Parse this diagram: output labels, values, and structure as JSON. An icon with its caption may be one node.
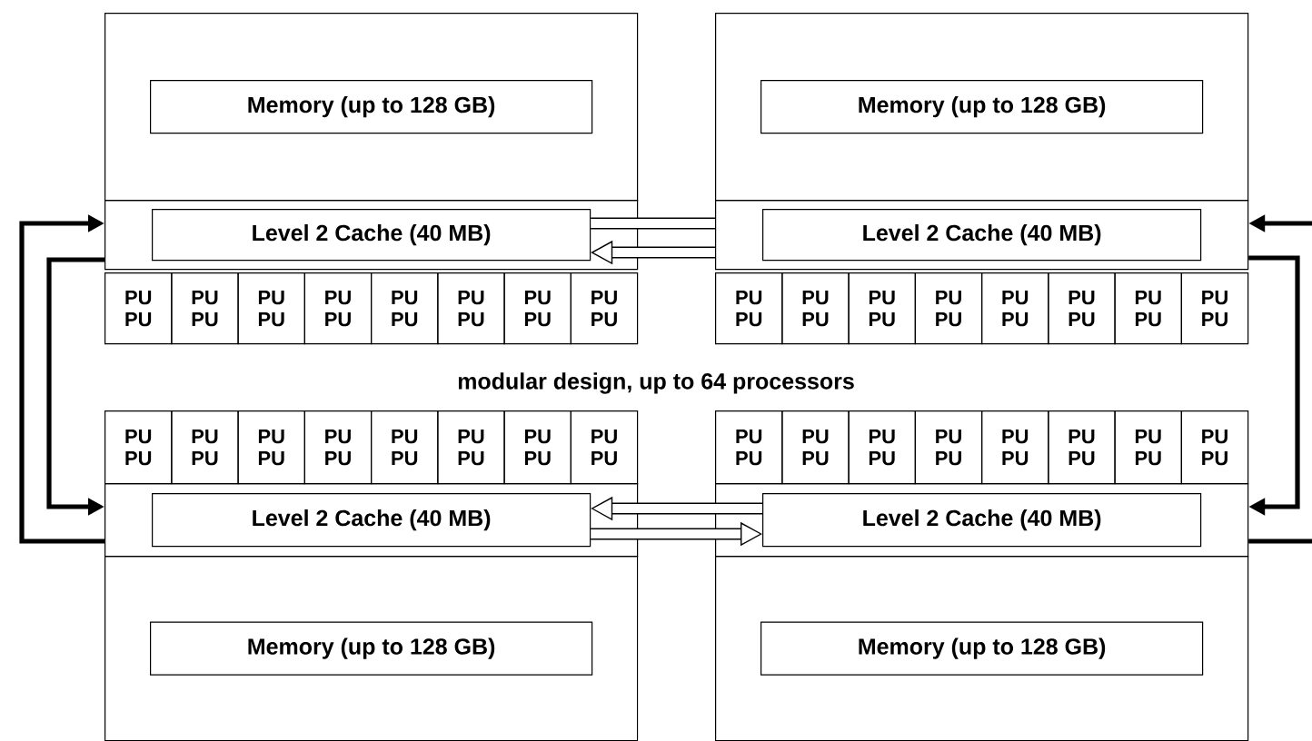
{
  "diagram": {
    "nodes": [
      {
        "text": [],
        "shape": "box"
      },
      {
        "text": [
          "Memory (up to 128 GB)"
        ],
        "in": 0
      },
      {
        "text": [],
        "shape": "box"
      },
      {
        "text": [
          "Level 2 Cache (40 MB)"
        ],
        "in": 2
      },
      {
        "text": [
          "PU PU"
        ]
      },
      {
        "text": [
          "PU PU"
        ]
      },
      {
        "text": [
          "PU PU"
        ]
      },
      {
        "text": [
          "PU PU"
        ]
      },
      {
        "text": [
          "PU PU"
        ]
      },
      {
        "text": [
          "PU PU"
        ]
      },
      {
        "text": [
          "PU PU"
        ]
      },
      {
        "text": [
          "PU PU"
        ]
      },
      {
        "text": [],
        "shape": "box"
      },
      {
        "text": [
          "Memory (up to 128 GB)"
        ],
        "in": 12
      },
      {
        "text": [],
        "shape": "box"
      },
      {
        "text": [
          "Level 2 Cache (40 MB)"
        ],
        "in": 14
      },
      {
        "text": [
          "PU PU"
        ]
      },
      {
        "text": [
          "PU PU"
        ]
      },
      {
        "text": [
          "PU PU"
        ]
      },
      {
        "text": [
          "PU PU"
        ]
      },
      {
        "text": [
          "PU PU"
        ]
      },
      {
        "text": [
          "PU PU"
        ]
      },
      {
        "text": [
          "PU PU"
        ]
      },
      {
        "text": [
          "PU PU"
        ]
      },
      {
        "text": [
          "PU PU"
        ]
      },
      {
        "text": [
          "PU PU"
        ]
      },
      {
        "text": [
          "PU PU"
        ]
      },
      {
        "text": [
          "PU PU"
        ]
      },
      {
        "text": [
          "PU PU"
        ]
      },
      {
        "text": [
          "PU PU"
        ]
      },
      {
        "text": [
          "PU PU"
        ]
      },
      {
        "text": [
          "PU PU"
        ]
      },
      {
        "text": [],
        "shape": "box"
      },
      {
        "text": [
          "Level 2 Cache (40 MB)"
        ],
        "in": 32
      },
      {
        "text": [],
        "shape": "box"
      },
      {
        "text": [
          "Memory (up to 128 GB)"
        ],
        "in": 34
      },
      {
        "text": [
          "PU PU"
        ]
      },
      {
        "text": [
          "PU PU"
        ]
      },
      {
        "text": [
          "PU PU"
        ]
      },
      {
        "text": [
          "PU PU"
        ]
      },
      {
        "text": [
          "PU PU"
        ]
      },
      {
        "text": [
          "PU PU"
        ]
      },
      {
        "text": [
          "PU PU"
        ]
      },
      {
        "text": [
          "PU PU"
        ]
      },
      {
        "text": [],
        "shape": "box"
      },
      {
        "text": [
          "Level 2 Cache (40 MB)"
        ],
        "in": 44
      },
      {
        "text": [],
        "shape": "box"
      },
      {
        "text": [
          "Memory (up to 128 GB)"
        ],
        "in": 46
      }
    ],
    "edges": [
      {
        "from": 32,
        "to": 2,
        "arrow": "to"
      },
      {
        "from": 2,
        "to": 32,
        "arrow": "to"
      },
      {
        "from": null,
        "to": 14,
        "arrow": "to"
      },
      {
        "from": 14,
        "to": 44,
        "arrow": "to"
      },
      {
        "from": 44,
        "to": null,
        "arrow": "none"
      },
      {
        "from": 3,
        "to": 14,
        "arrow": "none",
        "style": "thick"
      },
      {
        "from": 14,
        "to": 3,
        "arrow": "to",
        "style": "thick"
      },
      {
        "from": 45,
        "to": 33,
        "arrow": "to",
        "style": "thick"
      },
      {
        "from": 33,
        "to": 45,
        "arrow": "to",
        "style": "thick"
      }
    ],
    "labels": [
      "modular design, up to 64 processors"
    ]
  }
}
